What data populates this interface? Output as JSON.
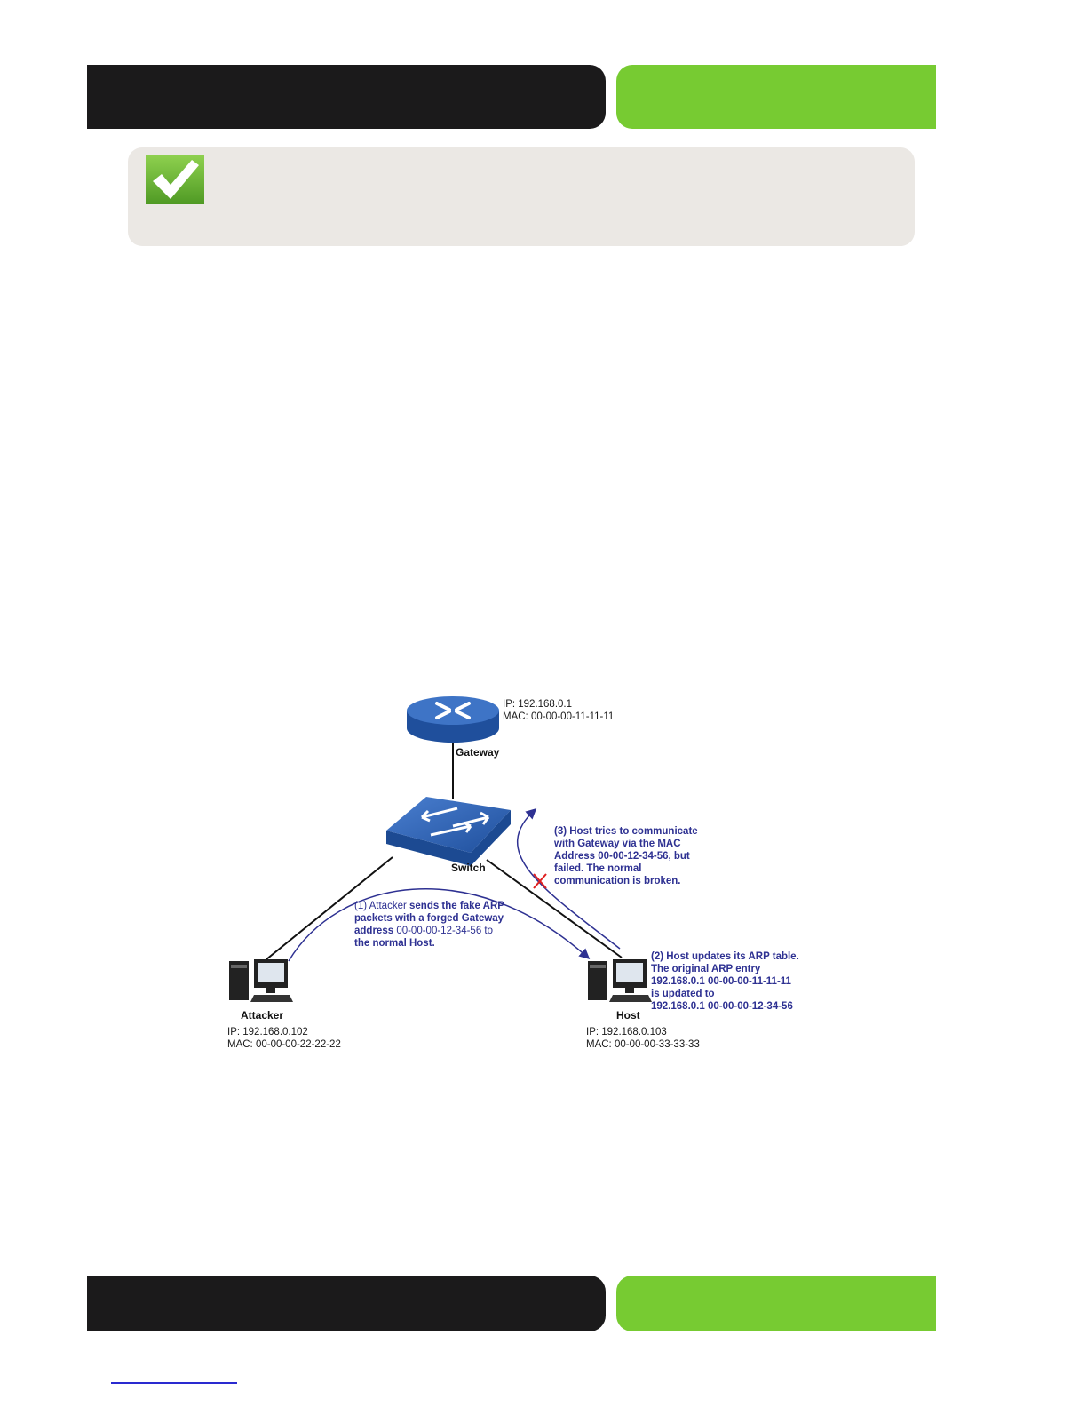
{
  "diagram": {
    "gateway": {
      "label": "Gateway",
      "ip": "IP: 192.168.0.1",
      "mac": "MAC: 00-00-00-11-11-11"
    },
    "switch": {
      "label": "Switch"
    },
    "attacker": {
      "label": "Attacker",
      "ip": "IP: 192.168.0.102",
      "mac": "MAC: 00-00-00-22-22-22"
    },
    "host": {
      "label": "Host",
      "ip": "IP: 192.168.0.103",
      "mac": "MAC: 00-00-00-33-33-33"
    },
    "note1": [
      {
        "pre": "(1) Attacker ",
        "rest": "sends the fake ARP"
      },
      {
        "pre": "",
        "rest": "packets with a forged Gateway"
      },
      {
        "pre": "address ",
        "rest": "00-00-00-12-34-56 to"
      },
      {
        "pre": "",
        "rest": "the normal Host."
      }
    ],
    "note2": [
      "(2) Host updates its ARP table.",
      "The original ARP entry",
      "192.168.0.1      00-00-00-11-11-11",
      "is updated to",
      "192.168.0.1      00-00-00-12-34-56"
    ],
    "note3": [
      "(3) Host tries to communicate",
      "with Gateway via the MAC",
      "Address  00-00-12-34-56, but",
      "failed. The normal",
      "communication is broken."
    ],
    "colors": {
      "note": "#2e3192",
      "device": "#2a5aa8",
      "fail_mark": "#e02020"
    }
  }
}
